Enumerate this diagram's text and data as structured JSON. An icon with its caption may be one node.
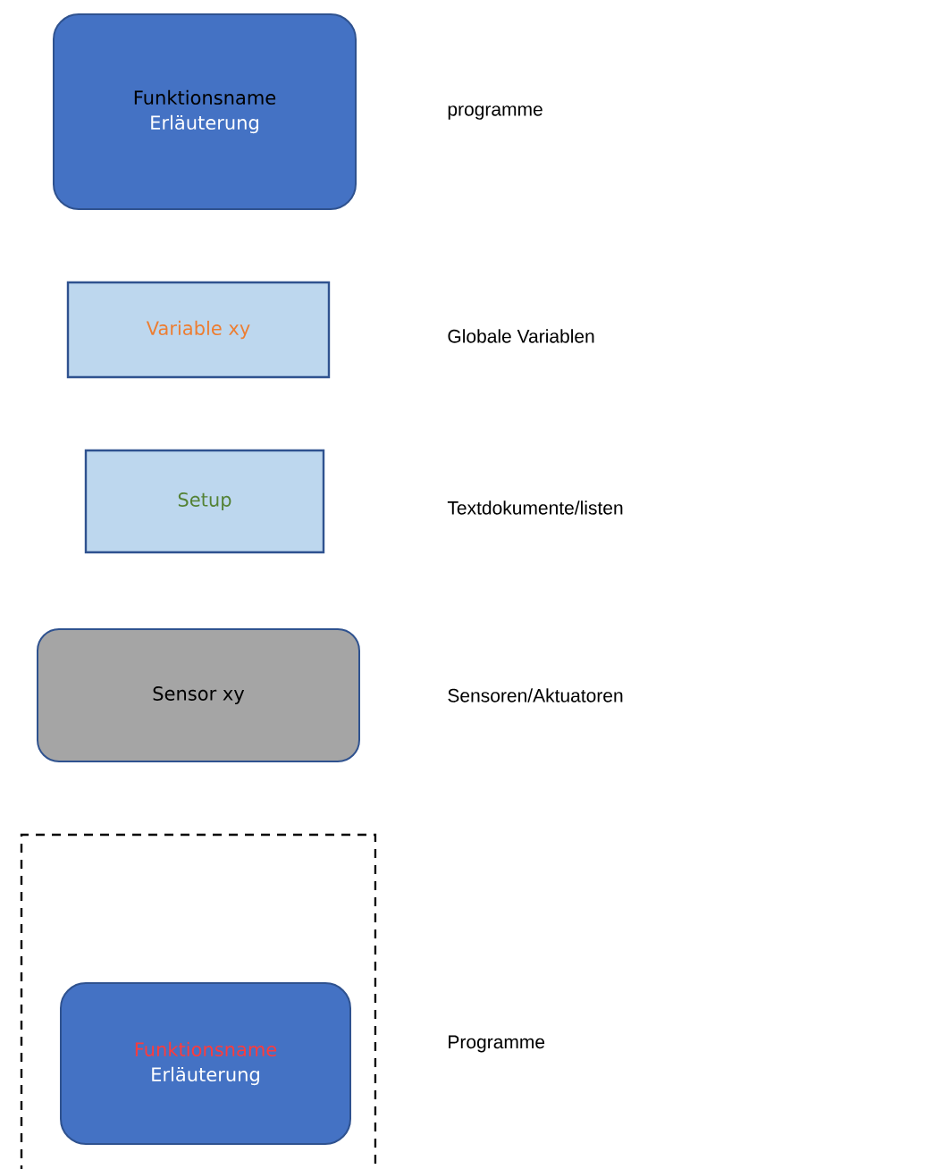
{
  "diagram": {
    "nodes": [
      {
        "text": [
          "Funktionsname",
          "Erläuterung"
        ]
      },
      {
        "text": [
          "Variable xy"
        ]
      },
      {
        "text": [
          "Setup"
        ]
      },
      {
        "text": [
          "Sensor xy"
        ]
      },
      {
        "text": [],
        "shape": "box"
      },
      {
        "text": [
          "Funktionsname",
          "Erläuterung"
        ],
        "in": 4
      }
    ],
    "edges": [],
    "labels": [
      "programme",
      "Globale Variablen",
      "Textdokumente/listen",
      "Sensoren/Aktuatoren",
      "Programme"
    ]
  }
}
